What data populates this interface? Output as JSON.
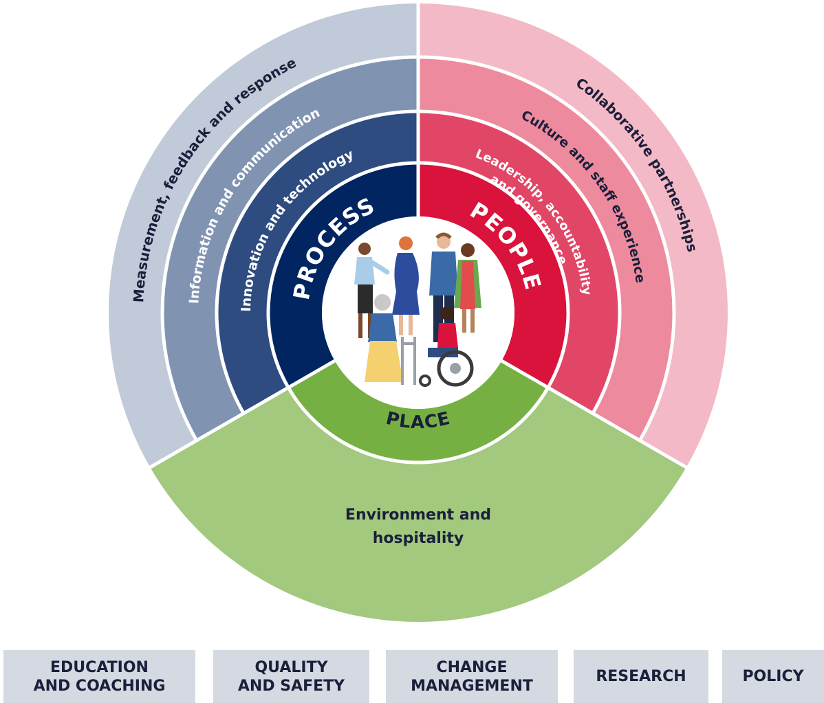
{
  "diagram": {
    "process": {
      "core": "PROCESS",
      "rings": [
        "Innovation and technology",
        "Information and communication",
        "Measurement, feedback and response"
      ]
    },
    "people": {
      "core": "PEOPLE",
      "inner_line1": "Leadership, accountability",
      "inner_line2": "and governance",
      "rings": [
        "Culture and staff experience",
        "Collaborative partnerships"
      ]
    },
    "place": {
      "core": "PLACE",
      "outer_line1": "Environment and",
      "outer_line2": "hospitality"
    },
    "center_image": "people-group-illustration",
    "colors": {
      "process": [
        "#002561",
        "#2e4c80",
        "#8094b2",
        "#c0cad8"
      ],
      "people": [
        "#d9133b",
        "#e24666",
        "#ee8a9e",
        "#f4b9c6"
      ],
      "place": [
        "#76b043",
        "#a2c97d"
      ]
    }
  },
  "enablers": [
    {
      "label": "EDUCATION\nAND COACHING"
    },
    {
      "label": "QUALITY\nAND SAFETY"
    },
    {
      "label": "CHANGE\nMANAGEMENT"
    },
    {
      "label": "RESEARCH"
    },
    {
      "label": "POLICY"
    }
  ]
}
